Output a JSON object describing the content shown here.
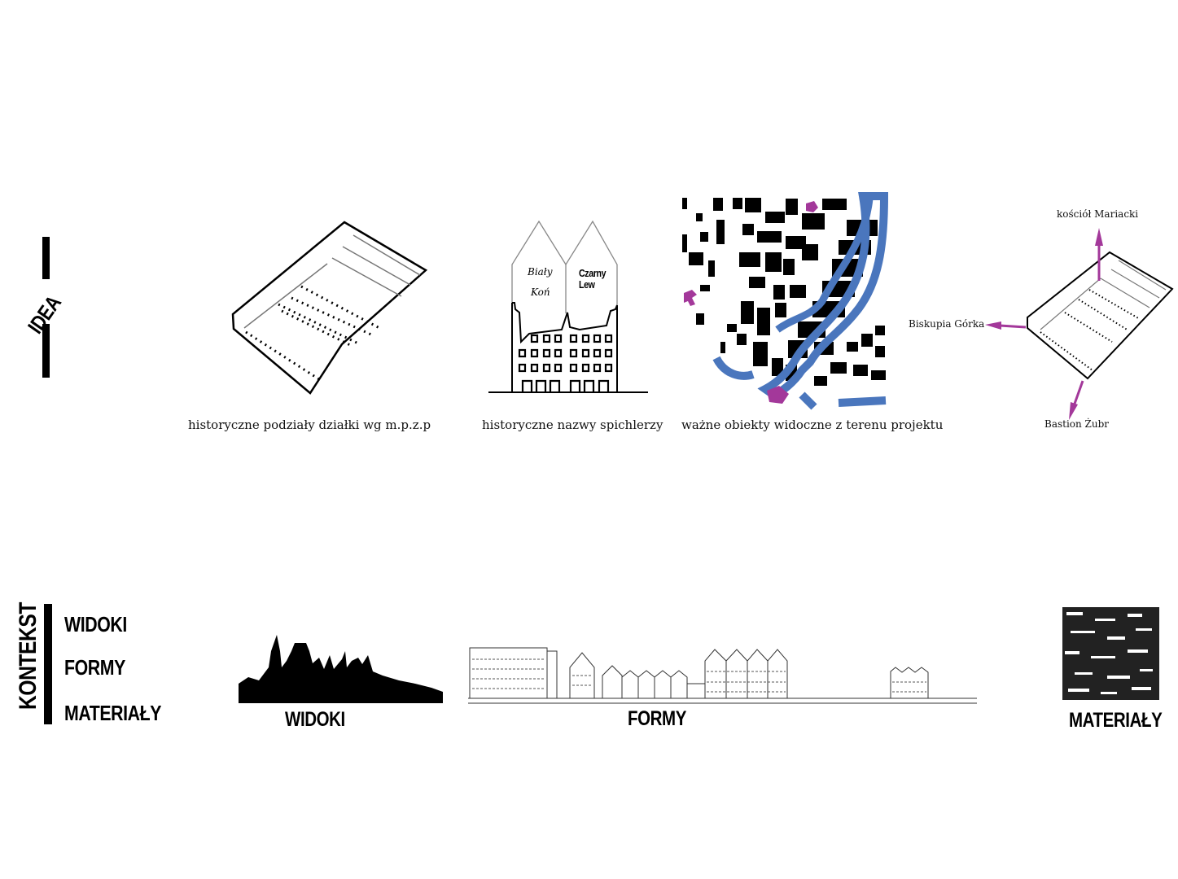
{
  "idea": {
    "label": "IDEA",
    "captions": [
      "historyczne podziały działki wg m.p.z.p",
      "historyczne nazwy spichlerzy",
      "ważne obiekty widoczne z terenu projektu"
    ],
    "granary_names": {
      "left_line1": "Biały",
      "left_line2": "Koń",
      "right_line1": "Czarny",
      "right_line2": "Lew"
    },
    "directions": {
      "north": "kościół Mariacki",
      "west": "Biskupia Górka",
      "south": "Bastion Żubr"
    }
  },
  "kontekst": {
    "label": "KONTEKST",
    "items": [
      "WIDOKI",
      "FORMY",
      "MATERIAŁY"
    ],
    "captions": {
      "widoki": "WIDOKI",
      "formy": "FORMY",
      "materialy": "MATERIAŁY"
    }
  },
  "colors": {
    "accent": "#a3389a",
    "river": "#4a76bd",
    "ink": "#000000"
  }
}
